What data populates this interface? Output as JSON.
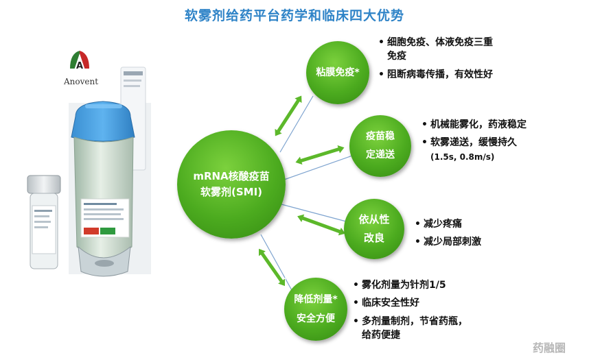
{
  "title": "软雾剂给药平台药学和临床四大优势",
  "logo": {
    "brand": "Anovent",
    "icon": "anovent-logo-icon"
  },
  "center_node": {
    "line1": "mRNA核酸疫苗",
    "line2": "软雾剂(SMI)"
  },
  "advantages": [
    {
      "circle_lines": [
        "粘膜免疫*"
      ],
      "bullets": [
        {
          "text": "细胞免疫、体液免疫三重免疫"
        },
        {
          "text": "阻断病毒传播，有效性好"
        }
      ]
    },
    {
      "circle_lines": [
        "疫苗稳",
        "定递送"
      ],
      "bullets": [
        {
          "text": "机械能雾化，药液稳定"
        },
        {
          "text": "软雾递送，缓慢持久",
          "sub": "(1.5s, 0.8m/s)"
        }
      ]
    },
    {
      "circle_lines": [
        "依从性",
        "改良"
      ],
      "bullets": [
        {
          "text": "减少疼痛"
        },
        {
          "text": "减少局部刺激"
        }
      ]
    },
    {
      "circle_lines": [
        "降低剂量*",
        "安全方便"
      ],
      "bullets": [
        {
          "text": "雾化剂量为针剂1/5"
        },
        {
          "text": "临床安全性好"
        },
        {
          "text": "多剂量制剂，节省药瓶，给药便捷"
        }
      ]
    }
  ],
  "watermark": "药融圈",
  "colors": {
    "title": "#2e83c7",
    "circle": "#4cab1f",
    "arrow": "#5cb82a",
    "connector": "#7da3cf"
  }
}
